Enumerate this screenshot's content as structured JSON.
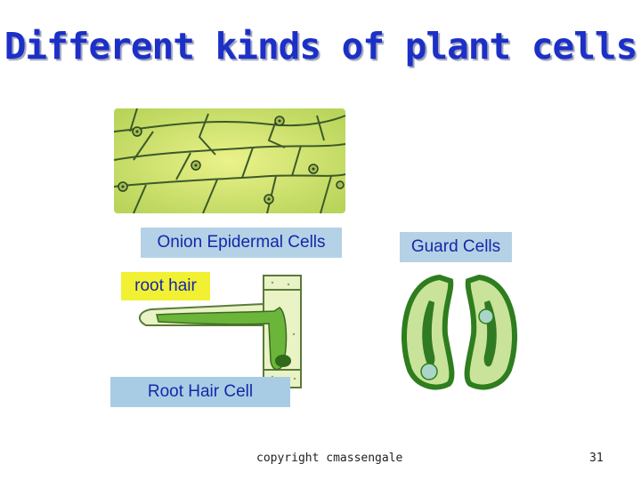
{
  "slide": {
    "title": "Different kinds of plant cells",
    "labels": {
      "onion": "Onion Epidermal Cells",
      "guard": "Guard Cells",
      "root_hair": "root hair",
      "root_hair_cell": "Root Hair Cell"
    },
    "footer": {
      "copyright": "copyright cmassengale",
      "page_number": "31"
    }
  },
  "colors": {
    "title": "#1c2fc7",
    "label_text": "#1428a8",
    "label_bg": "#b5d1e6",
    "highlight_bg": "#f2f033",
    "cell_green": "#c7dd6a",
    "guard_dark": "#2e7d1e"
  }
}
